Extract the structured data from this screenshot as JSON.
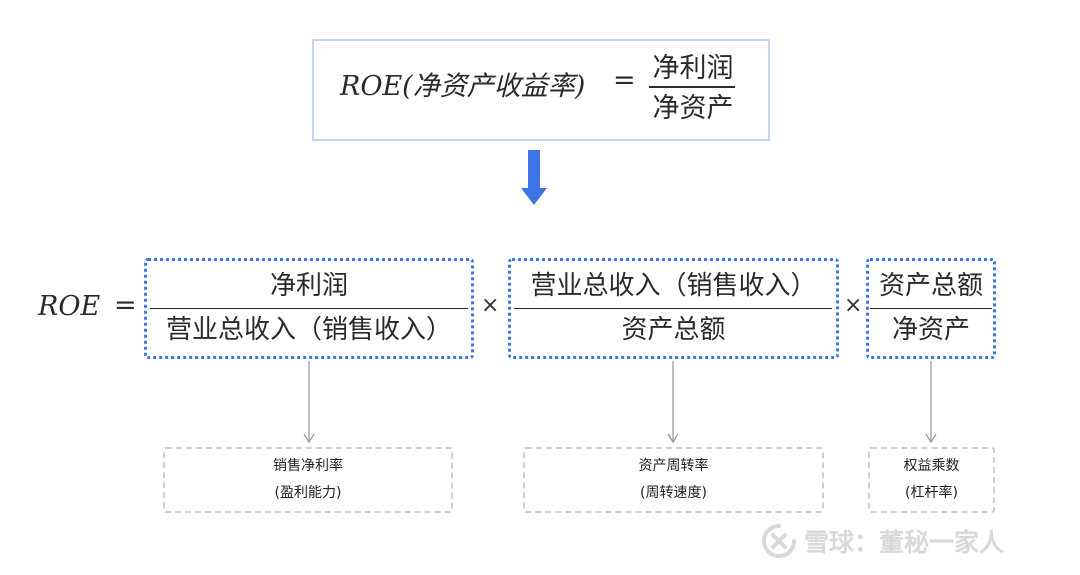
{
  "top_formula": {
    "lhs": "ROE(净资产收益率)",
    "equals": "=",
    "numerator": "净利润",
    "denominator": "净资产"
  },
  "decomposition": {
    "lhs": "ROE",
    "equals": "=",
    "times": "×",
    "factors": [
      {
        "numerator": "净利润",
        "denominator": "营业总收入（销售收入）"
      },
      {
        "numerator": "营业总收入（销售收入）",
        "denominator": "资产总额"
      },
      {
        "numerator": "资产总额",
        "denominator": "净资产"
      }
    ]
  },
  "labels": [
    {
      "title": "销售净利率",
      "subtitle": "(盈利能力)"
    },
    {
      "title": "资产周转率",
      "subtitle": "(周转速度)"
    },
    {
      "title": "权益乘数",
      "subtitle": "(杠杆率)"
    }
  ],
  "watermark": {
    "text": "雪球：董秘一家人"
  },
  "colors": {
    "accent_blue": "#3f74e6",
    "top_box_border": "#c5d3ee",
    "label_box_border": "#cfcfcf",
    "watermark": "#d9d9d9"
  }
}
